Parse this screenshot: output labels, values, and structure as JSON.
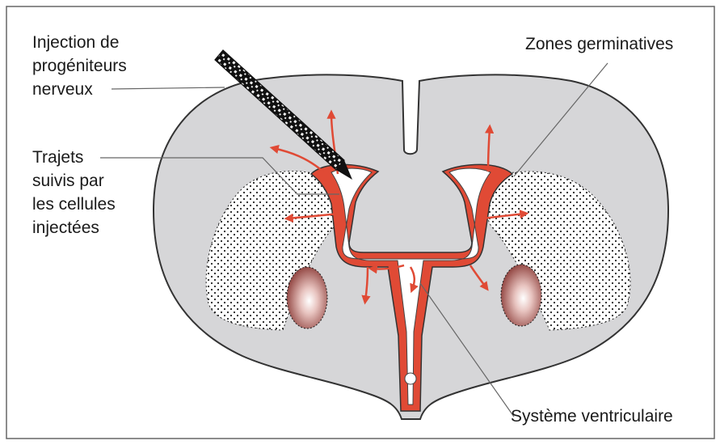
{
  "labels": {
    "injection": [
      "Injection de",
      "progéniteurs",
      "nerveux"
    ],
    "trajets": [
      "Trajets",
      "suivis par",
      "les cellules",
      "injectées"
    ],
    "zones": "Zones germinatives",
    "systeme": "Système ventriculaire"
  },
  "colors": {
    "tissue": "#d6d6d8",
    "outline": "#333333",
    "germinal": "#e04a35",
    "ventricle": "#ffffff",
    "stipple": "#222222",
    "nucleus": "#a94a45",
    "frame": "#666666"
  },
  "icons": {
    "needle": "injection-needle",
    "arrows": "migration-arrows"
  }
}
